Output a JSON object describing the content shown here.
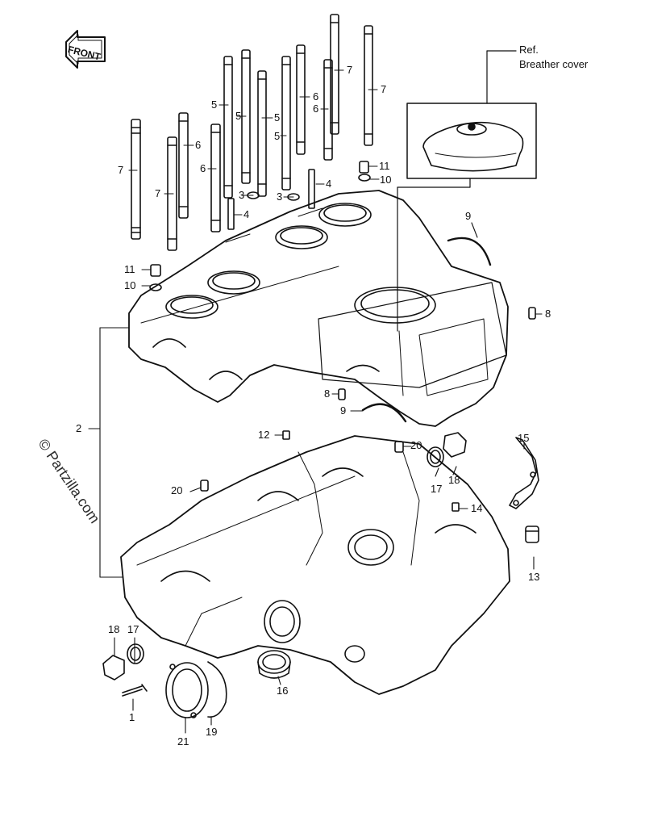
{
  "front_label": "FRONT",
  "ref_note": {
    "line1": "Ref.",
    "line2": "Breather cover"
  },
  "watermark": "© Partzilla.com",
  "callouts": {
    "n1": "1",
    "n2": "2",
    "n3a": "3",
    "n3b": "3",
    "n4a": "4",
    "n4b": "4",
    "n5a": "5",
    "n5b": "5",
    "n5c": "5",
    "n5d": "5",
    "n6a": "6",
    "n6b": "6",
    "n6c": "6",
    "n6d": "6",
    "n7a": "7",
    "n7b": "7",
    "n7c": "7",
    "n7d": "7",
    "n8a": "8",
    "n8b": "8",
    "n9a": "9",
    "n9b": "9",
    "n10a": "10",
    "n10b": "10",
    "n11a": "11",
    "n11b": "11",
    "n12": "12",
    "n13": "13",
    "n14": "14",
    "n15": "15",
    "n16": "16",
    "n17a": "17",
    "n17b": "17",
    "n18a": "18",
    "n18b": "18",
    "n19": "19",
    "n20a": "20",
    "n20b": "20",
    "n21": "21"
  }
}
